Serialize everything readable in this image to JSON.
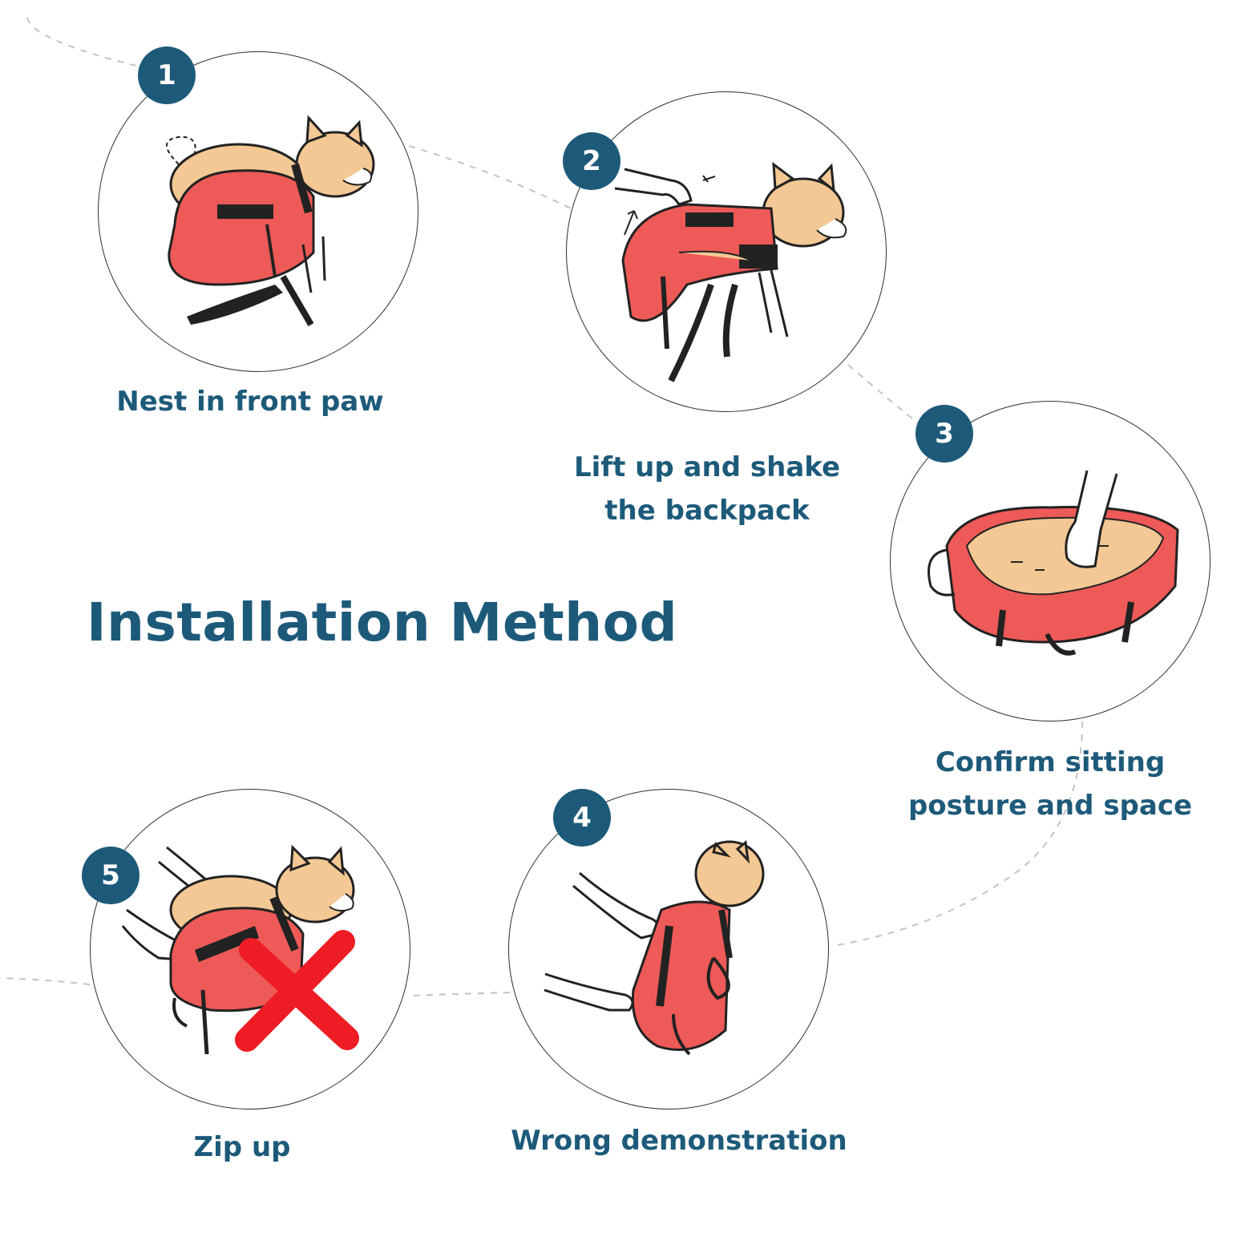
{
  "title": "Installation Method",
  "colors": {
    "accent": "#1d5a7a",
    "bag_red": "#ee5a57",
    "fur_tan": "#f4c894",
    "wrong_mark": "#ee1c24"
  },
  "steps": [
    {
      "number": "1",
      "caption": "Nest in front paw"
    },
    {
      "number": "2",
      "caption_line1": "Lift up and shake",
      "caption_line2": "the backpack"
    },
    {
      "number": "3",
      "caption_line1": "Confirm sitting",
      "caption_line2": "posture and space"
    },
    {
      "number": "4",
      "caption": "Wrong demonstration"
    },
    {
      "number": "5",
      "caption": "Zip up"
    }
  ],
  "icons": [
    "wrong-x-icon"
  ]
}
